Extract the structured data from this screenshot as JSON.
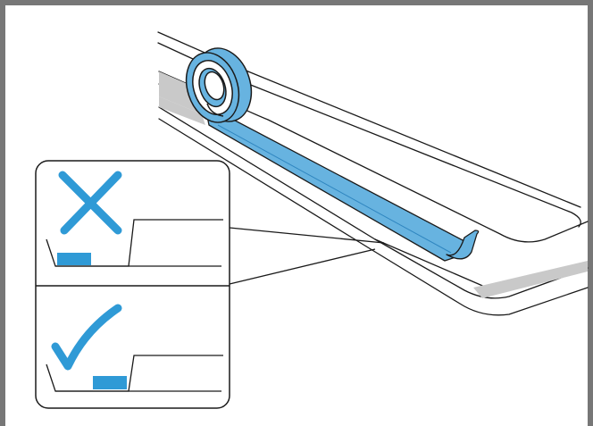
{
  "figure": {
    "subject": "tape-on-panel-edge",
    "callout_top": {
      "status": "incorrect",
      "icon": "cross-icon"
    },
    "callout_bottom": {
      "status": "correct",
      "icon": "check-icon"
    }
  },
  "colors": {
    "frame": "#777777",
    "line": "#1a1a1a",
    "tape": "#67b3e0",
    "tape_dark": "#2f86c0",
    "cross": "#2f9ad6",
    "check": "#2f9ad6",
    "strip": "#c9c9c9"
  }
}
